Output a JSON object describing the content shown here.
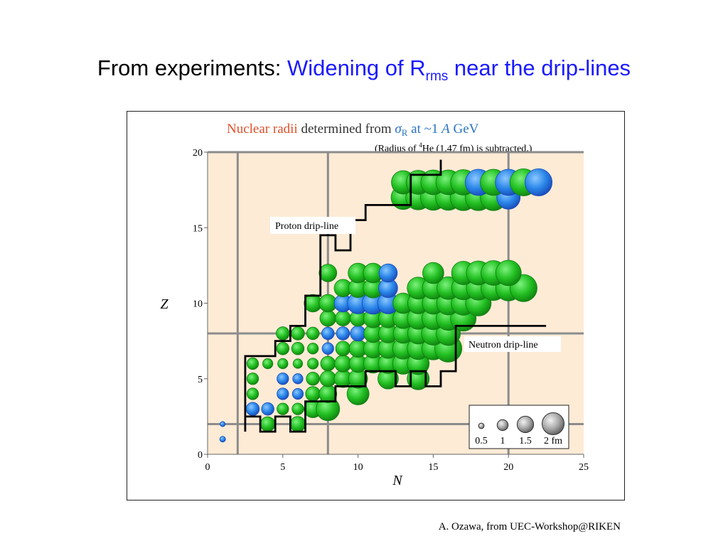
{
  "slide": {
    "title_prefix": "From experiments: ",
    "title_highlight": "Widening of R",
    "title_sub": "rms",
    "title_suffix": " near the drip-lines",
    "credit": "A. Ozawa, from UEC-Workshop@RIKEN"
  },
  "colors": {
    "title_black": "#000000",
    "title_blue": "#1a1aff",
    "chart_title_red": "#e0502a",
    "chart_title_blue": "#2a73c4",
    "plot_background": "#fdebd6",
    "grid": "#8c8c8c",
    "normal_radius": "#22c022",
    "enhanced_radius": "#2a86e8",
    "drip_line": "#000000"
  },
  "chart_data": {
    "type": "scatter",
    "title_parts": [
      "Nuclear radii",
      " determined from ",
      "σ",
      "R",
      " at ~1 ",
      "A",
      " GeV"
    ],
    "subtitle_parts": [
      "(Radius of ",
      "4",
      "He (1.47 fm) is subtracted.)"
    ],
    "xlabel": "N",
    "ylabel": "Z",
    "xlim": [
      0,
      25
    ],
    "ylim": [
      0,
      20
    ],
    "xticks": [
      0,
      5,
      10,
      15,
      20,
      25
    ],
    "yticks": [
      0,
      5,
      10,
      15,
      20
    ],
    "grid_x": [
      2,
      8,
      20
    ],
    "grid_y": [
      2,
      8,
      20
    ],
    "size_legend": [
      {
        "label": "0.5",
        "radius_fm": 0.5
      },
      {
        "label": "1",
        "radius_fm": 1
      },
      {
        "label": "1.5",
        "radius_fm": 1.5
      },
      {
        "label": "2 fm",
        "radius_fm": 2
      }
    ],
    "annotations": {
      "proton_drip_line": "Proton drip-line",
      "neutron_drip_line": "Neutron drip-line"
    },
    "points": [
      {
        "n": 1,
        "z": 1,
        "r": 0.4,
        "c": "blue"
      },
      {
        "n": 1,
        "z": 2,
        "r": 0.35,
        "c": "blue"
      },
      {
        "n": 3,
        "z": 3,
        "r": 0.9,
        "c": "blue"
      },
      {
        "n": 4,
        "z": 3,
        "r": 0.85,
        "c": "blue"
      },
      {
        "n": 5,
        "z": 3,
        "r": 0.8,
        "c": "green"
      },
      {
        "n": 6,
        "z": 3,
        "r": 0.8,
        "c": "green"
      },
      {
        "n": 7,
        "z": 3,
        "r": 1.2,
        "c": "green"
      },
      {
        "n": 8,
        "z": 3,
        "r": 1.6,
        "c": "green"
      },
      {
        "n": 4,
        "z": 2,
        "r": 1.0,
        "c": "green"
      },
      {
        "n": 6,
        "z": 2,
        "r": 1.05,
        "c": "green"
      },
      {
        "n": 3,
        "z": 4,
        "r": 0.8,
        "c": "green"
      },
      {
        "n": 5,
        "z": 4,
        "r": 0.8,
        "c": "blue"
      },
      {
        "n": 6,
        "z": 4,
        "r": 0.75,
        "c": "blue"
      },
      {
        "n": 7,
        "z": 4,
        "r": 1.0,
        "c": "green"
      },
      {
        "n": 8,
        "z": 4,
        "r": 1.2,
        "c": "green"
      },
      {
        "n": 10,
        "z": 4,
        "r": 1.5,
        "c": "green"
      },
      {
        "n": 3,
        "z": 5,
        "r": 0.8,
        "c": "green"
      },
      {
        "n": 5,
        "z": 5,
        "r": 0.8,
        "c": "blue"
      },
      {
        "n": 6,
        "z": 5,
        "r": 0.7,
        "c": "blue"
      },
      {
        "n": 7,
        "z": 5,
        "r": 0.9,
        "c": "green"
      },
      {
        "n": 8,
        "z": 5,
        "r": 1.1,
        "c": "green"
      },
      {
        "n": 9,
        "z": 5,
        "r": 1.2,
        "c": "green"
      },
      {
        "n": 10,
        "z": 5,
        "r": 1.3,
        "c": "green"
      },
      {
        "n": 12,
        "z": 5,
        "r": 1.4,
        "c": "green"
      },
      {
        "n": 14,
        "z": 5,
        "r": 1.5,
        "c": "green"
      },
      {
        "n": 3,
        "z": 6,
        "r": 0.8,
        "c": "green"
      },
      {
        "n": 4,
        "z": 6,
        "r": 0.7,
        "c": "green"
      },
      {
        "n": 5,
        "z": 6,
        "r": 0.7,
        "c": "green"
      },
      {
        "n": 6,
        "z": 6,
        "r": 0.65,
        "c": "green"
      },
      {
        "n": 7,
        "z": 6,
        "r": 0.75,
        "c": "green"
      },
      {
        "n": 8,
        "z": 6,
        "r": 1.0,
        "c": "green"
      },
      {
        "n": 9,
        "z": 6,
        "r": 1.15,
        "c": "green"
      },
      {
        "n": 10,
        "z": 6,
        "r": 1.2,
        "c": "green"
      },
      {
        "n": 11,
        "z": 6,
        "r": 1.3,
        "c": "green"
      },
      {
        "n": 12,
        "z": 6,
        "r": 1.35,
        "c": "green"
      },
      {
        "n": 13,
        "z": 6,
        "r": 1.45,
        "c": "green"
      },
      {
        "n": 14,
        "z": 6,
        "r": 1.5,
        "c": "green"
      },
      {
        "n": 5,
        "z": 7,
        "r": 0.85,
        "c": "green"
      },
      {
        "n": 6,
        "z": 7,
        "r": 0.85,
        "c": "green"
      },
      {
        "n": 7,
        "z": 7,
        "r": 0.75,
        "c": "green"
      },
      {
        "n": 8,
        "z": 7,
        "r": 0.8,
        "c": "blue"
      },
      {
        "n": 9,
        "z": 7,
        "r": 1.0,
        "c": "green"
      },
      {
        "n": 10,
        "z": 7,
        "r": 1.2,
        "c": "green"
      },
      {
        "n": 11,
        "z": 7,
        "r": 1.3,
        "c": "green"
      },
      {
        "n": 12,
        "z": 7,
        "r": 1.35,
        "c": "green"
      },
      {
        "n": 13,
        "z": 7,
        "r": 1.45,
        "c": "green"
      },
      {
        "n": 14,
        "z": 7,
        "r": 1.5,
        "c": "green"
      },
      {
        "n": 15,
        "z": 7,
        "r": 1.55,
        "c": "green"
      },
      {
        "n": 16,
        "z": 7,
        "r": 1.85,
        "c": "green"
      },
      {
        "n": 5,
        "z": 8,
        "r": 0.9,
        "c": "green"
      },
      {
        "n": 6,
        "z": 8,
        "r": 0.9,
        "c": "green"
      },
      {
        "n": 7,
        "z": 8,
        "r": 0.85,
        "c": "green"
      },
      {
        "n": 8,
        "z": 8,
        "r": 0.85,
        "c": "blue"
      },
      {
        "n": 9,
        "z": 8,
        "r": 0.9,
        "c": "blue"
      },
      {
        "n": 10,
        "z": 8,
        "r": 1.05,
        "c": "blue"
      },
      {
        "n": 11,
        "z": 8,
        "r": 1.25,
        "c": "green"
      },
      {
        "n": 12,
        "z": 8,
        "r": 1.3,
        "c": "green"
      },
      {
        "n": 13,
        "z": 8,
        "r": 1.35,
        "c": "green"
      },
      {
        "n": 14,
        "z": 8,
        "r": 1.45,
        "c": "green"
      },
      {
        "n": 15,
        "z": 8,
        "r": 1.6,
        "c": "green"
      },
      {
        "n": 16,
        "z": 8,
        "r": 1.65,
        "c": "green"
      },
      {
        "n": 8,
        "z": 9,
        "r": 1.1,
        "c": "green"
      },
      {
        "n": 9,
        "z": 9,
        "r": 1.05,
        "c": "green"
      },
      {
        "n": 10,
        "z": 9,
        "r": 1.1,
        "c": "green"
      },
      {
        "n": 11,
        "z": 9,
        "r": 1.3,
        "c": "green"
      },
      {
        "n": 12,
        "z": 9,
        "r": 1.3,
        "c": "green"
      },
      {
        "n": 13,
        "z": 9,
        "r": 1.4,
        "c": "green"
      },
      {
        "n": 14,
        "z": 9,
        "r": 1.5,
        "c": "green"
      },
      {
        "n": 15,
        "z": 9,
        "r": 1.55,
        "c": "green"
      },
      {
        "n": 16,
        "z": 9,
        "r": 1.65,
        "c": "green"
      },
      {
        "n": 17,
        "z": 9,
        "r": 1.75,
        "c": "green"
      },
      {
        "n": 7,
        "z": 10,
        "r": 1.2,
        "c": "green"
      },
      {
        "n": 8,
        "z": 10,
        "r": 1.2,
        "c": "green"
      },
      {
        "n": 9,
        "z": 10,
        "r": 1.2,
        "c": "blue"
      },
      {
        "n": 10,
        "z": 10,
        "r": 1.45,
        "c": "blue"
      },
      {
        "n": 11,
        "z": 10,
        "r": 1.5,
        "c": "blue"
      },
      {
        "n": 12,
        "z": 10,
        "r": 1.45,
        "c": "blue"
      },
      {
        "n": 13,
        "z": 10,
        "r": 1.4,
        "c": "green"
      },
      {
        "n": 14,
        "z": 10,
        "r": 1.45,
        "c": "green"
      },
      {
        "n": 15,
        "z": 10,
        "r": 1.5,
        "c": "green"
      },
      {
        "n": 16,
        "z": 10,
        "r": 1.6,
        "c": "green"
      },
      {
        "n": 17,
        "z": 10,
        "r": 1.65,
        "c": "green"
      },
      {
        "n": 18,
        "z": 10,
        "r": 1.75,
        "c": "green"
      },
      {
        "n": 9,
        "z": 11,
        "r": 1.2,
        "c": "green"
      },
      {
        "n": 10,
        "z": 11,
        "r": 1.3,
        "c": "green"
      },
      {
        "n": 11,
        "z": 11,
        "r": 1.35,
        "c": "green"
      },
      {
        "n": 12,
        "z": 11,
        "r": 1.3,
        "c": "blue"
      },
      {
        "n": 14,
        "z": 11,
        "r": 1.5,
        "c": "green"
      },
      {
        "n": 15,
        "z": 11,
        "r": 1.5,
        "c": "green"
      },
      {
        "n": 16,
        "z": 11,
        "r": 1.55,
        "c": "green"
      },
      {
        "n": 17,
        "z": 11,
        "r": 1.6,
        "c": "green"
      },
      {
        "n": 18,
        "z": 11,
        "r": 1.65,
        "c": "green"
      },
      {
        "n": 19,
        "z": 11,
        "r": 1.7,
        "c": "green"
      },
      {
        "n": 20,
        "z": 11,
        "r": 1.75,
        "c": "green"
      },
      {
        "n": 21,
        "z": 11,
        "r": 1.85,
        "c": "green"
      },
      {
        "n": 8,
        "z": 12,
        "r": 1.2,
        "c": "green"
      },
      {
        "n": 10,
        "z": 12,
        "r": 1.35,
        "c": "green"
      },
      {
        "n": 11,
        "z": 12,
        "r": 1.35,
        "c": "green"
      },
      {
        "n": 12,
        "z": 12,
        "r": 1.25,
        "c": "blue"
      },
      {
        "n": 15,
        "z": 12,
        "r": 1.45,
        "c": "green"
      },
      {
        "n": 17,
        "z": 12,
        "r": 1.6,
        "c": "green"
      },
      {
        "n": 18,
        "z": 12,
        "r": 1.65,
        "c": "green"
      },
      {
        "n": 19,
        "z": 12,
        "r": 1.7,
        "c": "green"
      },
      {
        "n": 20,
        "z": 12,
        "r": 1.75,
        "c": "green"
      },
      {
        "n": 13,
        "z": 17,
        "r": 1.65,
        "c": "green"
      },
      {
        "n": 14,
        "z": 17,
        "r": 1.7,
        "c": "green"
      },
      {
        "n": 15,
        "z": 17,
        "r": 1.75,
        "c": "green"
      },
      {
        "n": 16,
        "z": 17,
        "r": 1.75,
        "c": "green"
      },
      {
        "n": 17,
        "z": 17,
        "r": 1.8,
        "c": "green"
      },
      {
        "n": 18,
        "z": 17,
        "r": 1.8,
        "c": "green"
      },
      {
        "n": 19,
        "z": 17,
        "r": 1.8,
        "c": "green"
      },
      {
        "n": 20,
        "z": 17,
        "r": 1.6,
        "c": "blue"
      },
      {
        "n": 13,
        "z": 18,
        "r": 1.6,
        "c": "green"
      },
      {
        "n": 14,
        "z": 18,
        "r": 1.65,
        "c": "green"
      },
      {
        "n": 15,
        "z": 18,
        "r": 1.7,
        "c": "green"
      },
      {
        "n": 16,
        "z": 18,
        "r": 1.7,
        "c": "green"
      },
      {
        "n": 17,
        "z": 18,
        "r": 1.75,
        "c": "green"
      },
      {
        "n": 18,
        "z": 18,
        "r": 1.8,
        "c": "blue"
      },
      {
        "n": 19,
        "z": 18,
        "r": 1.8,
        "c": "green"
      },
      {
        "n": 20,
        "z": 18,
        "r": 1.8,
        "c": "blue"
      },
      {
        "n": 21,
        "z": 18,
        "r": 1.85,
        "c": "green"
      },
      {
        "n": 22,
        "z": 18,
        "r": 1.85,
        "c": "blue"
      }
    ],
    "proton_drip_line": [
      [
        2.5,
        1.5
      ],
      [
        2.5,
        2.5
      ],
      [
        2.5,
        3
      ],
      [
        2.5,
        6.5
      ],
      [
        4.5,
        6.5
      ],
      [
        4.5,
        7.5
      ],
      [
        5.5,
        7.5
      ],
      [
        5.5,
        8.5
      ],
      [
        6.5,
        8.5
      ],
      [
        6.5,
        10.5
      ],
      [
        7.5,
        10.5
      ],
      [
        7.5,
        11.5
      ],
      [
        7.5,
        12.5
      ],
      [
        7.5,
        14.5
      ],
      [
        8.5,
        14.5
      ],
      [
        8.5,
        13.5
      ],
      [
        9.5,
        13.5
      ],
      [
        9.5,
        15.5
      ],
      [
        10.5,
        15.5
      ],
      [
        10.5,
        16.5
      ],
      [
        13.5,
        16.5
      ],
      [
        13.5,
        18.5
      ],
      [
        15.5,
        18.5
      ],
      [
        15.5,
        19.5
      ]
    ],
    "neutron_drip_line": [
      [
        2.5,
        2.5
      ],
      [
        3.5,
        2.5
      ],
      [
        3.5,
        1.5
      ],
      [
        4.5,
        1.5
      ],
      [
        4.5,
        2.5
      ],
      [
        5.5,
        2.5
      ],
      [
        5.5,
        1.5
      ],
      [
        6.5,
        1.5
      ],
      [
        6.5,
        3.5
      ],
      [
        8.5,
        3.5
      ],
      [
        8.5,
        4.5
      ],
      [
        10.5,
        4.5
      ],
      [
        10.5,
        5.5
      ],
      [
        12.5,
        5.5
      ],
      [
        12.5,
        4.5
      ],
      [
        13.5,
        4.5
      ],
      [
        13.5,
        5.5
      ],
      [
        14.5,
        5.5
      ],
      [
        14.5,
        4.5
      ],
      [
        15.5,
        4.5
      ],
      [
        15.5,
        5.5
      ],
      [
        16.5,
        5.5
      ],
      [
        16.5,
        8.5
      ],
      [
        22.5,
        8.5
      ]
    ]
  }
}
